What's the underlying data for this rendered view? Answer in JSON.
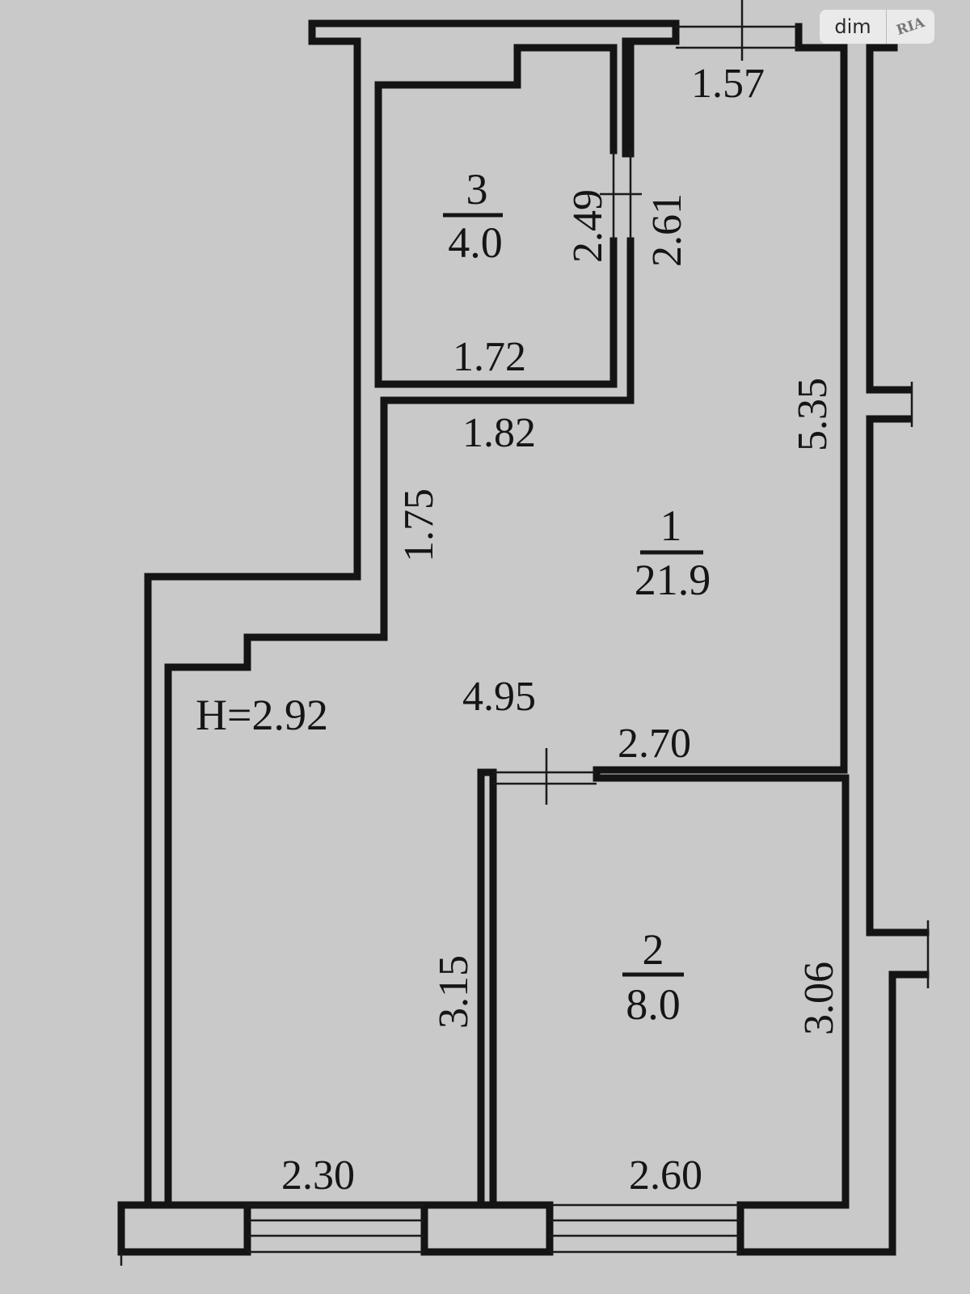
{
  "watermark": {
    "left": "dim",
    "right": "RIA"
  },
  "ceiling_height": "H=2.92",
  "rooms": [
    {
      "number": "1",
      "area": "21.9"
    },
    {
      "number": "2",
      "area": "8.0"
    },
    {
      "number": "3",
      "area": "4.0"
    }
  ],
  "dimensions": {
    "top_door": "1.57",
    "room3_door_inner": "2.49",
    "room3_door_outer": "2.61",
    "room3_width": "1.72",
    "corridor_width": "1.82",
    "corridor_step": "1.75",
    "room1_right": "5.35",
    "room1_width": "4.95",
    "room2_top": "2.70",
    "room1_left_lower": "3.15",
    "room2_right": "3.06",
    "window_left": "2.30",
    "window_right": "2.60"
  },
  "colors": {
    "paper": "#c9c9c9",
    "ink": "#141414"
  }
}
